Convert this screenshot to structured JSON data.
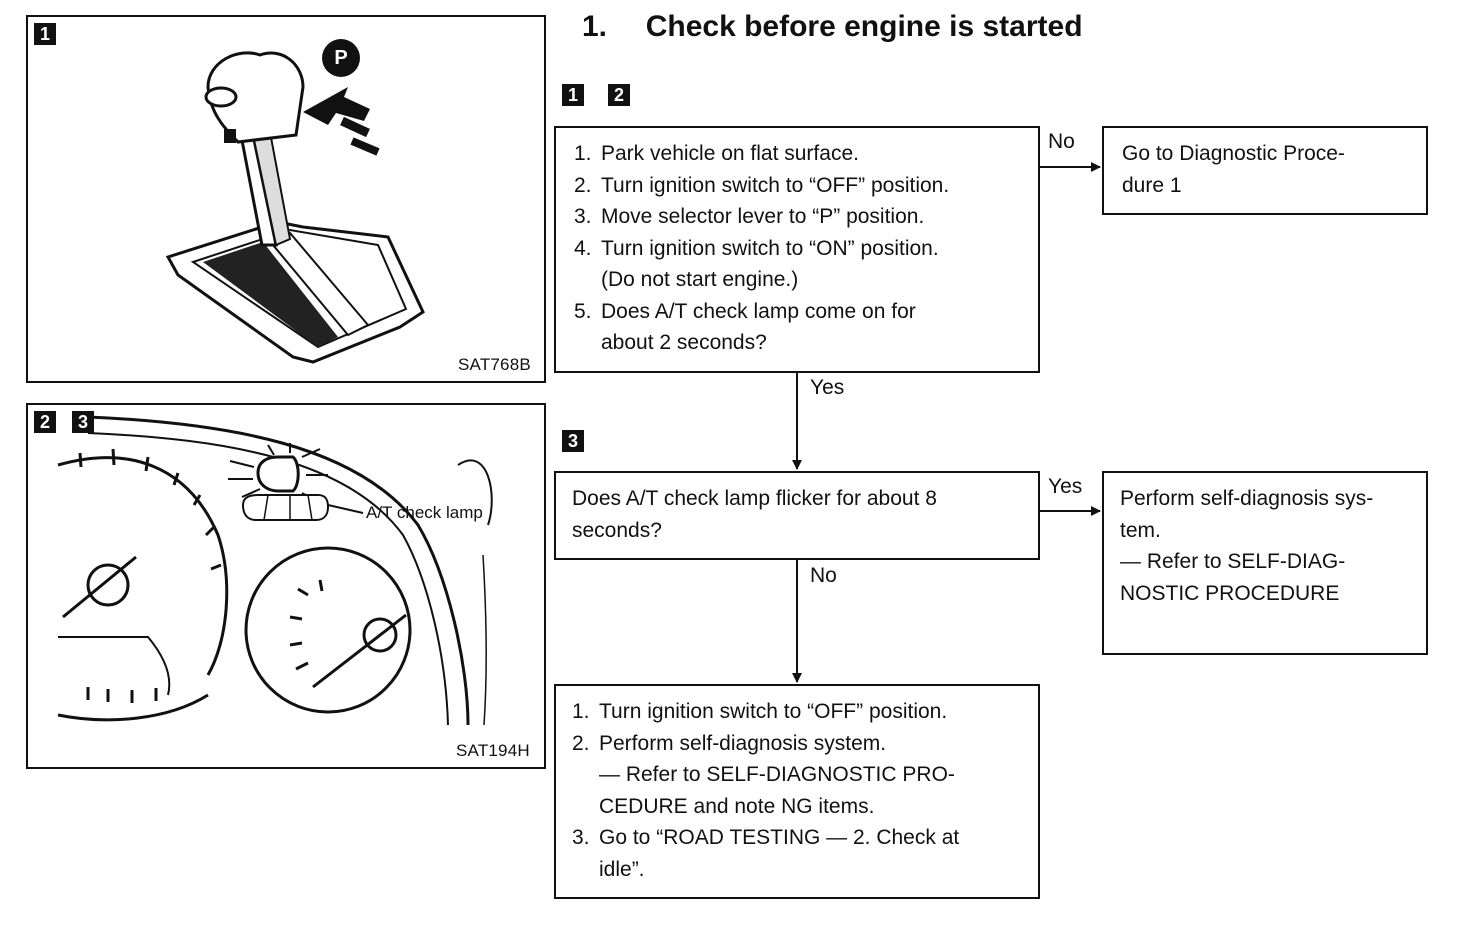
{
  "heading": {
    "number": "1.",
    "text": "Check before engine is started"
  },
  "figures": [
    {
      "tag": "1",
      "code": "SAT768B",
      "gear_label": "P"
    },
    {
      "tags": [
        "2",
        "3"
      ],
      "code": "SAT194H",
      "callout": "A/T check lamp"
    }
  ],
  "step_tags": {
    "first": [
      "1",
      "2"
    ],
    "second": "3"
  },
  "box1": {
    "items": [
      {
        "n": "1.",
        "text": "Park vehicle on flat surface."
      },
      {
        "n": "2.",
        "text": "Turn ignition switch to “OFF” position."
      },
      {
        "n": "3.",
        "text": "Move selector lever to “P” position."
      },
      {
        "n": "4.",
        "text": "Turn ignition switch to “ON” position.",
        "sub": "(Do not start engine.)"
      },
      {
        "n": "5.",
        "text": "Does A/T check lamp come on for",
        "sub": "about 2 seconds?"
      }
    ]
  },
  "box_no1": {
    "line1": "Go to Diagnostic Proce-",
    "line2": "dure 1"
  },
  "box2": {
    "line1": "Does A/T check lamp flicker for about 8",
    "line2": "seconds?"
  },
  "box_yes2": {
    "line1": "Perform self-diagnosis sys-",
    "line2": "tem.",
    "line3": "— Refer to SELF-DIAG-",
    "line4": "NOSTIC PROCEDURE"
  },
  "box3": {
    "items": [
      {
        "n": "1.",
        "lines": [
          "Turn ignition switch to “OFF” position."
        ]
      },
      {
        "n": "2.",
        "lines": [
          "Perform self-diagnosis system.",
          "— Refer to SELF-DIAGNOSTIC PRO-",
          "CEDURE and note NG items."
        ]
      },
      {
        "n": "3.",
        "lines": [
          "Go to “ROAD TESTING — 2. Check at",
          "idle”."
        ]
      }
    ]
  },
  "arrows": {
    "no1": "No",
    "yes1": "Yes",
    "yes2": "Yes",
    "no2": "No"
  }
}
